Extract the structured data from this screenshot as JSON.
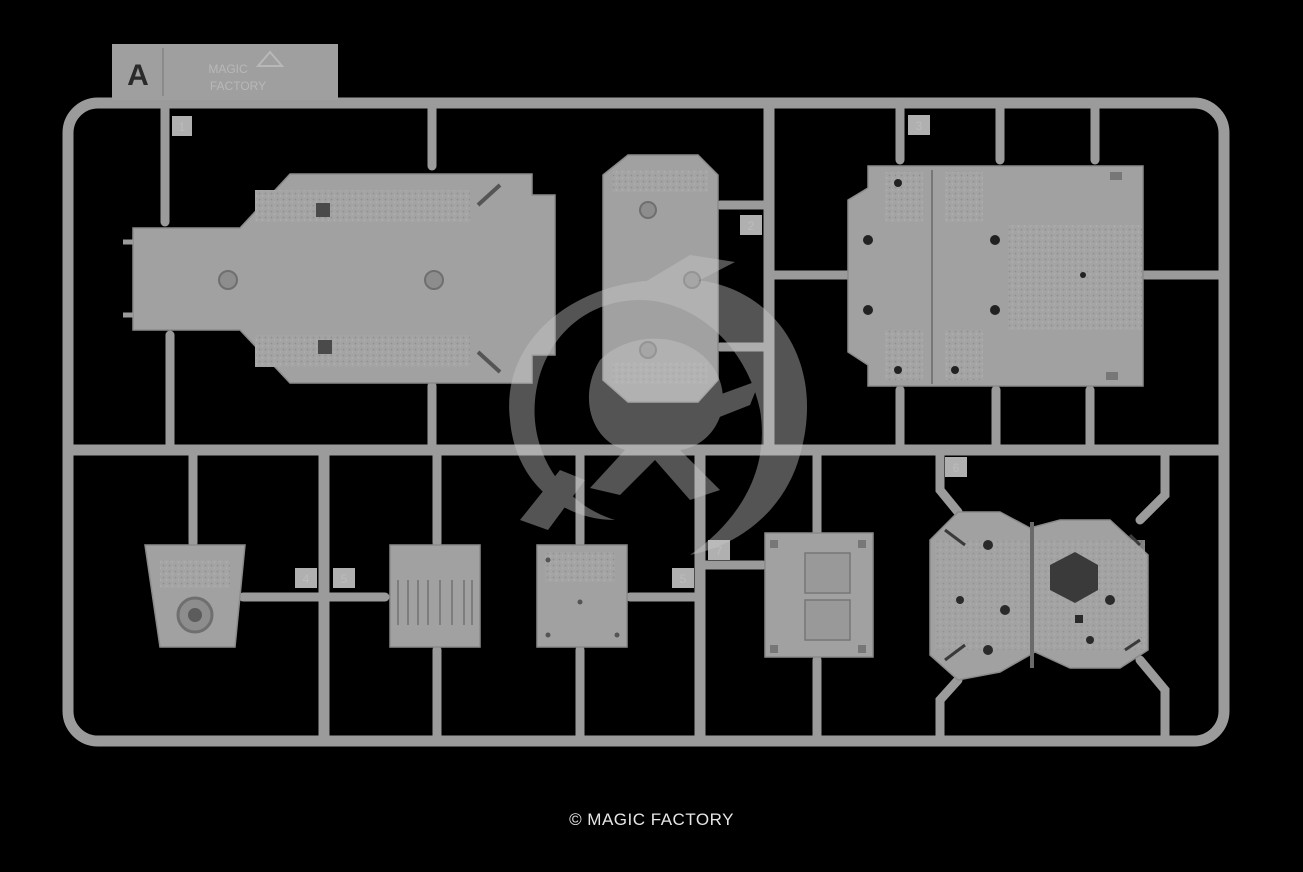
{
  "sprue": {
    "letter": "A",
    "brand_line1": "MAGIC",
    "brand_line2": "FACTORY",
    "part_numbers": [
      "1",
      "2",
      "3",
      "4",
      "5",
      "5",
      "6",
      "7"
    ]
  },
  "footer": {
    "copyright": "© MAGIC FACTORY"
  },
  "colors": {
    "background": "#000000",
    "plastic": "#9d9d9d",
    "plastic_dark": "#7e7e7e",
    "watermark": "#c9c9c9"
  }
}
